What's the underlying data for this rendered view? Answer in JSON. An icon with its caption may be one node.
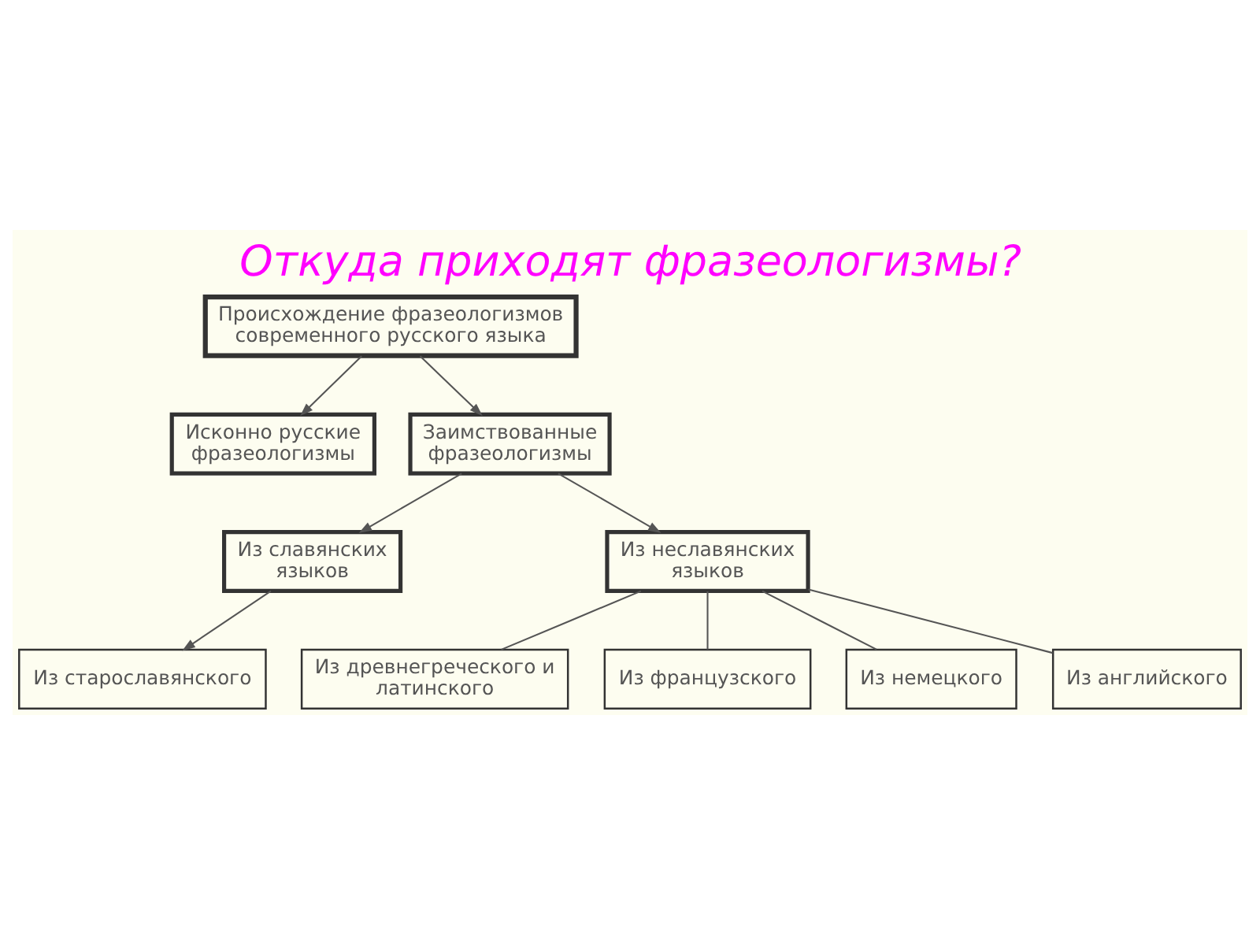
{
  "diagram": {
    "title": "Откуда приходят фразеологизмы?",
    "nodes": [
      {
        "text": [
          "Происхождение фразеологизмов современного русского языка"
        ]
      },
      {
        "text": [
          "Исконно русские фразеологизмы"
        ]
      },
      {
        "text": [
          "Заимствованные фразеологизмы"
        ]
      },
      {
        "text": [
          "Из славянских языков"
        ]
      },
      {
        "text": [
          "Из неславянских языков"
        ]
      },
      {
        "text": [
          "Из старославянского"
        ]
      },
      {
        "text": [
          "Из древнегреческого и латинского"
        ]
      },
      {
        "text": [
          "Из французского"
        ]
      },
      {
        "text": [
          "Из немецкого"
        ]
      },
      {
        "text": [
          "Из английского"
        ]
      }
    ],
    "edges": [
      {
        "from": 0,
        "to": 1,
        "arrow": "to"
      },
      {
        "from": 0,
        "to": 2,
        "arrow": "to"
      },
      {
        "from": 2,
        "to": 3,
        "arrow": "to"
      },
      {
        "from": 2,
        "to": 4,
        "arrow": "to"
      },
      {
        "from": 3,
        "to": 5,
        "arrow": "to"
      },
      {
        "from": 4,
        "to": 6,
        "arrow": "none"
      },
      {
        "from": 4,
        "to": 7,
        "arrow": "none"
      },
      {
        "from": 4,
        "to": 8,
        "arrow": "none"
      },
      {
        "from": 4,
        "to": 9,
        "arrow": "none"
      }
    ]
  }
}
